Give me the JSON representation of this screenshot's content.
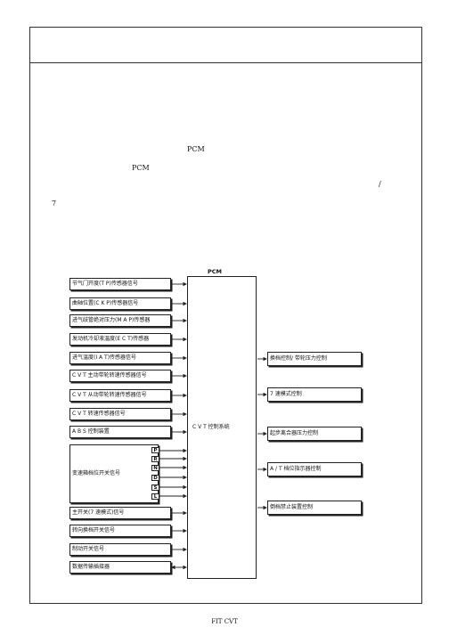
{
  "text": {
    "pcm_1": "PCM",
    "pcm_2": "PCM",
    "slash": "/",
    "seven": "7"
  },
  "diagram": {
    "pcm_title": "PCM",
    "pcm_system_label": "C V T 控制系统",
    "inputs": [
      "节气门开度(T P)传感器信号",
      "曲轴位置(C K P)传感器信号",
      "进气歧管绝对压力(M A P)传感器",
      "发动机冷却液温度(E C T)传感器",
      "进气温度(I A T)传感器信号",
      "C V T 主动带轮转速传感器信号",
      "C V T 从动带轮转速传感器信号",
      "C V T 转速传感器信号",
      "A B S 控制装置",
      "变速箱档位开关信号",
      "主开关(7 速模式)信号",
      "转向换档开关信号",
      "制动开关信号",
      "数据传输插接器"
    ],
    "gear_positions": [
      "P",
      "R",
      "N",
      "D",
      "S",
      "L"
    ],
    "outputs": [
      "换档控制/ 带轮压力控制",
      "7 速模式控制",
      "起步离合器压力控制",
      "A / T 档位指示器控制",
      "倒档禁止装置控制"
    ]
  },
  "footer": "FIT CVT"
}
